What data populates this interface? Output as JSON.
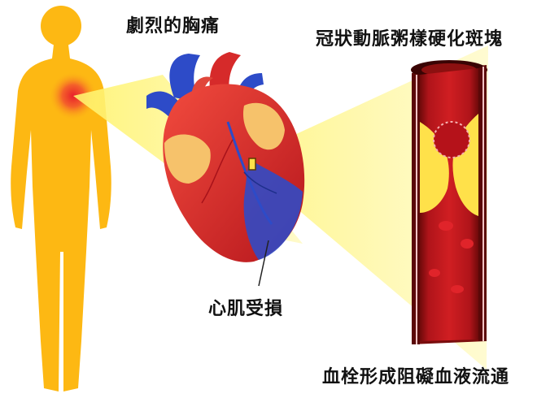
{
  "labels": {
    "chest_pain": "劇烈的胸痛",
    "plaque": "冠狀動脈粥樣硬化斑塊",
    "myocardium": "心肌受損",
    "thrombus": "血栓形成阻礙血液流通"
  },
  "colors": {
    "body": "#FDB813",
    "beam": "#FFF59A",
    "vessel_wall": "#8E0E0E",
    "blood": "#C8171E",
    "plaque": "#FFE14A",
    "heart_red": "#E53935",
    "heart_blue": "#2D4BC8",
    "fat": "#F6C26B"
  }
}
